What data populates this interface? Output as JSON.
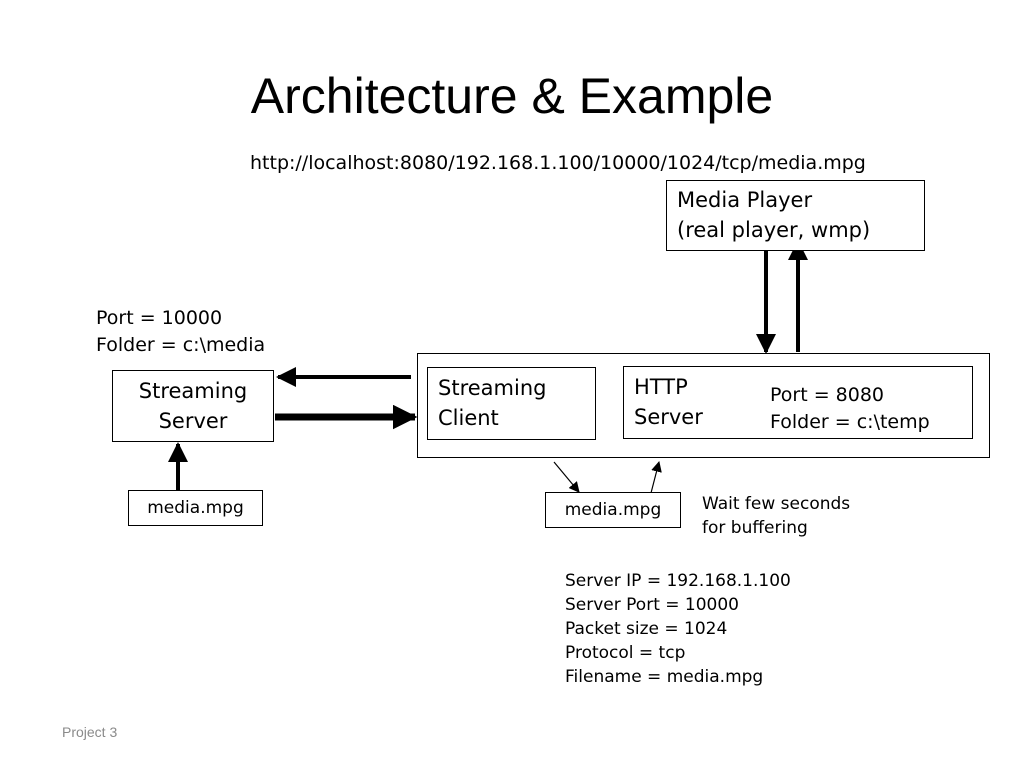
{
  "slide": {
    "title": "Architecture & Example",
    "url": "http://localhost:8080/192.168.1.100/10000/1024/tcp/media.mpg",
    "footer": "Project 3"
  },
  "media_player": {
    "line1": "Media Player",
    "line2": "(real player, wmp)"
  },
  "streaming_server": {
    "line1": "Streaming",
    "line2": "Server",
    "port_label": "Port = 10000",
    "folder_label": "Folder = c:\\media"
  },
  "streaming_client": {
    "line1": "Streaming",
    "line2": "Client"
  },
  "http_server": {
    "line1": "HTTP",
    "line2": "Server",
    "port_label": "Port = 8080",
    "folder_label": "Folder = c:\\temp"
  },
  "server_file": "media.mpg",
  "client_file": "media.mpg",
  "buffering_note": {
    "line1": "Wait few seconds",
    "line2": "for buffering"
  },
  "params": [
    "Server IP = 192.168.1.100",
    "Server Port = 10000",
    "Packet size = 1024",
    "Protocol = tcp",
    "Filename = media.mpg"
  ]
}
